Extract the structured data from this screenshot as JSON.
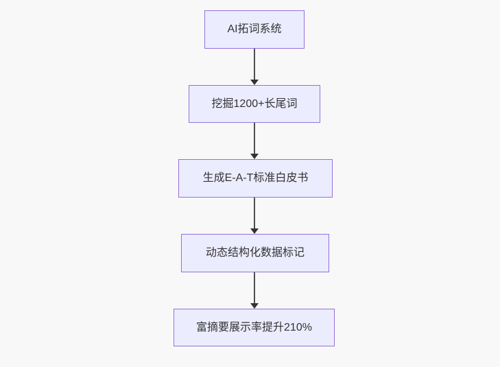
{
  "canvas": {
    "background_color": "#f8f8f8"
  },
  "flowchart": {
    "type": "vertical-flowchart",
    "direction": "top-down",
    "node_fill_color": "#ececff",
    "node_border_color": "#9370db",
    "node_text_color": "#333333",
    "arrow_color": "#333333",
    "nodes": [
      {
        "id": "n1",
        "label": "AI拓词系统"
      },
      {
        "id": "n2",
        "label": "挖掘1200+长尾词"
      },
      {
        "id": "n3",
        "label": "生成E-A-T标准白皮书"
      },
      {
        "id": "n4",
        "label": "动态结构化数据标记"
      },
      {
        "id": "n5",
        "label": "富摘要展示率提升210%"
      }
    ],
    "edges": [
      {
        "from": "n1",
        "to": "n2"
      },
      {
        "from": "n2",
        "to": "n3"
      },
      {
        "from": "n3",
        "to": "n4"
      },
      {
        "from": "n4",
        "to": "n5"
      }
    ]
  }
}
